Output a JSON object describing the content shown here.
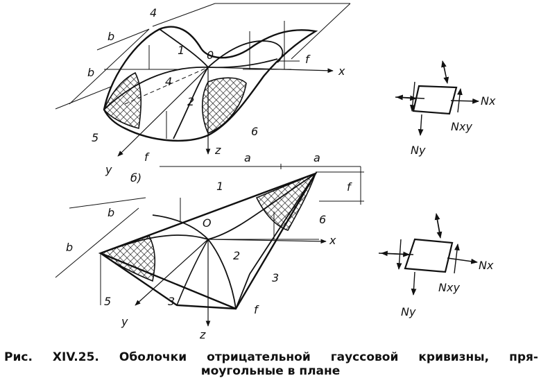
{
  "figure": {
    "labels": {
      "a": "a",
      "b": "b",
      "f": "f",
      "O": "0",
      "O_lower": "O",
      "x": "x",
      "y": "y",
      "z": "z",
      "n1": "1",
      "n2": "2",
      "n3": "3",
      "n4": "4",
      "n5": "5",
      "n6": "6",
      "b_paren": "б)"
    },
    "forces": {
      "Nx": "Nx",
      "Nxy": "Nxy",
      "Ny": "Ny"
    }
  },
  "caption": {
    "line1": "Рис. XIV.25. Оболочки отрицательной гауссовой кривизны, пря-",
    "line2": "моугольные в плане"
  },
  "colors": {
    "ink": "#111111",
    "paper": "#ffffff"
  }
}
